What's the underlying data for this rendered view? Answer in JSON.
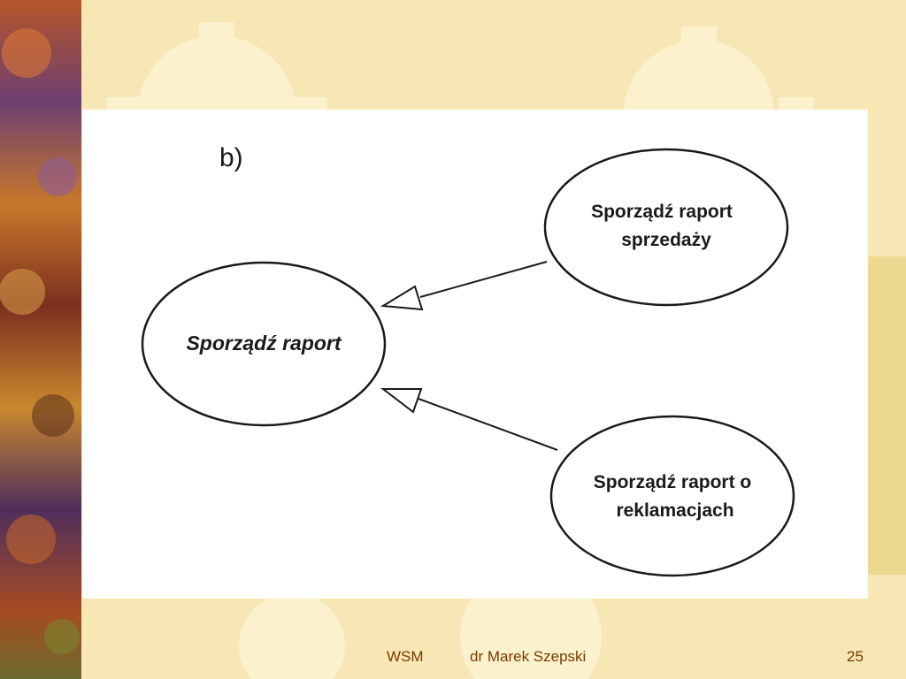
{
  "diagram": {
    "part_label": "b)",
    "nodes": {
      "parent": {
        "label": "Sporządź raport"
      },
      "child_sales": {
        "label_line1": "Sporządź raport",
        "label_line2": "sprzedaży"
      },
      "child_complaints": {
        "label_line1": "Sporządź raport o",
        "label_line2": "reklamacjach"
      }
    },
    "edges": [
      {
        "from": "child_sales",
        "to": "parent",
        "type": "generalization"
      },
      {
        "from": "child_complaints",
        "to": "parent",
        "type": "generalization"
      }
    ]
  },
  "footer": {
    "left": "WSM",
    "author": "dr Marek Szepski",
    "page": "25"
  },
  "colors": {
    "background": "#f6e7b4",
    "gear": "#fbf1cd",
    "footer_text": "#7a3a00"
  }
}
